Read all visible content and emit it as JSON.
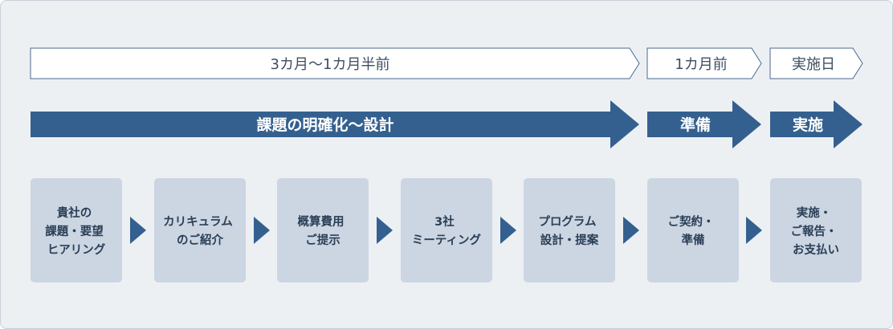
{
  "periods": [
    {
      "label": "3カ月〜1カ月半前"
    },
    {
      "label": "1カ月前"
    },
    {
      "label": "実施日"
    }
  ],
  "phases": [
    {
      "label": "課題の明確化〜設計"
    },
    {
      "label": "準備"
    },
    {
      "label": "実施"
    }
  ],
  "steps": [
    {
      "lines": [
        "貴社の",
        "課題・要望",
        "ヒアリング"
      ]
    },
    {
      "lines": [
        "カリキュラム",
        "のご紹介"
      ]
    },
    {
      "lines": [
        "概算費用",
        "ご提示"
      ]
    },
    {
      "lines": [
        "3社",
        "ミーティング"
      ]
    },
    {
      "lines": [
        "プログラム",
        "設計・提案"
      ]
    },
    {
      "lines": [
        "ご契約・",
        "準備"
      ]
    },
    {
      "lines": [
        "実施・",
        "ご報告・",
        "お支払い"
      ]
    }
  ],
  "colors": {
    "background": "#edf0f3",
    "frame_border": "#c9d0d8",
    "phase_arrow": "#34608f",
    "period_border": "#4a6a8c",
    "step_box": "#ccd6e2",
    "step_arrow": "#34608f",
    "step_text": "#2a3f57"
  }
}
